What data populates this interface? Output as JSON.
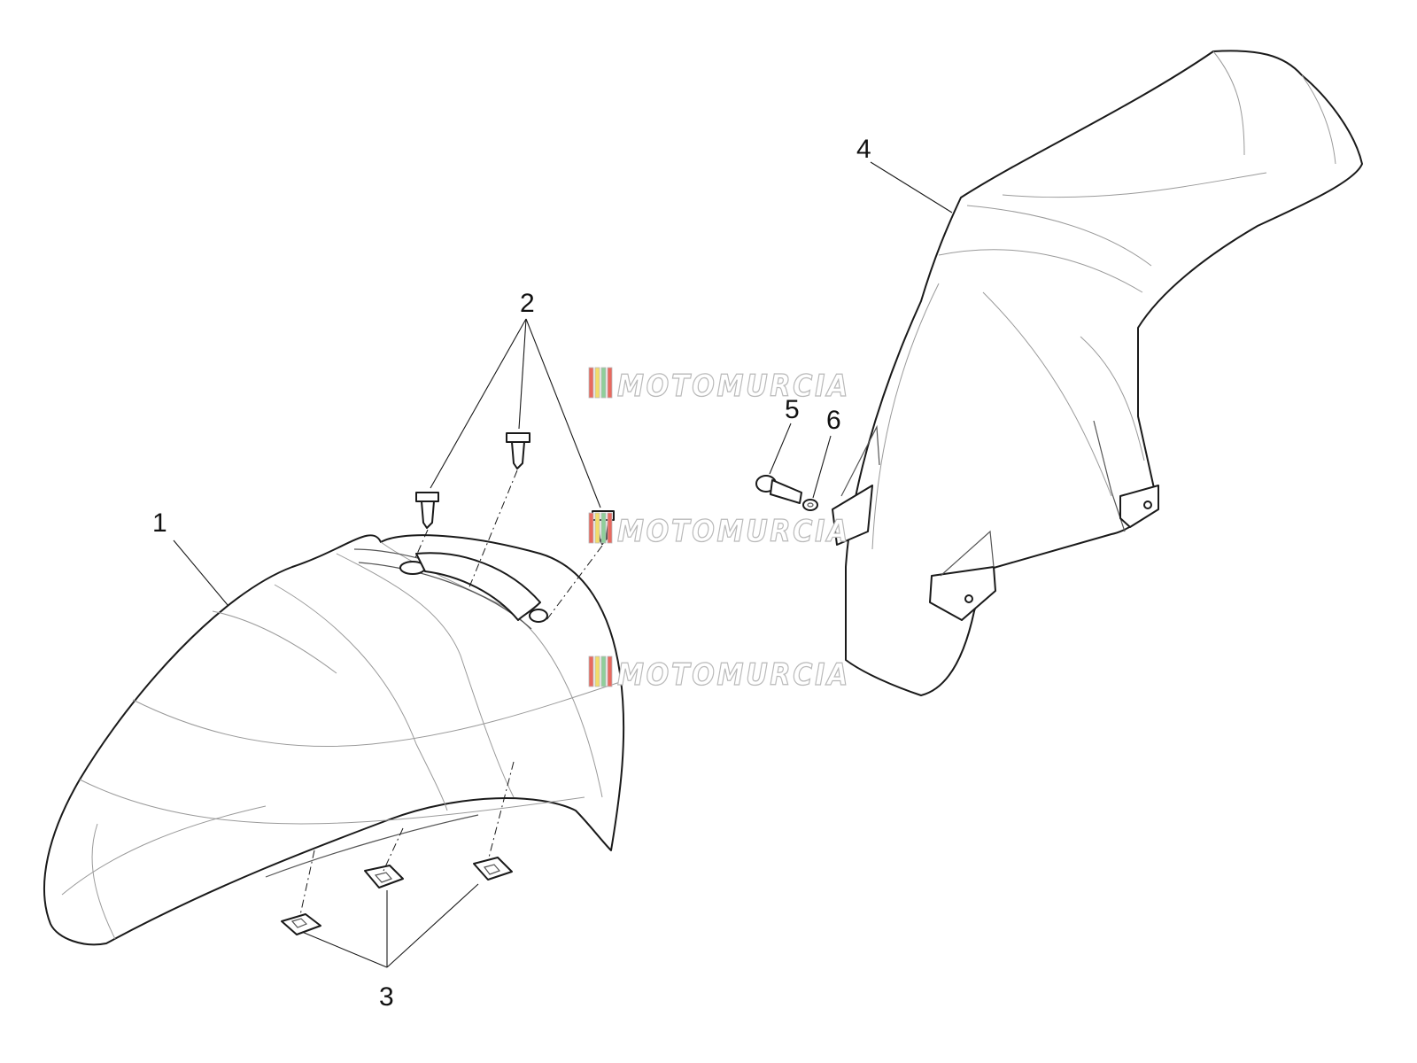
{
  "callouts": [
    {
      "id": "1",
      "label": "1"
    },
    {
      "id": "2",
      "label": "2"
    },
    {
      "id": "3",
      "label": "3"
    },
    {
      "id": "4",
      "label": "4"
    },
    {
      "id": "5",
      "label": "5"
    },
    {
      "id": "6",
      "label": "6"
    }
  ],
  "watermark": {
    "text": "MOTOMURCIA",
    "stripe_colors": [
      "#e8695f",
      "#f2dc6b",
      "#8fcf9a",
      "#e8695f"
    ]
  },
  "colors": {
    "line": "#1a1a1a",
    "detail": "#9a9a9a",
    "background": "#ffffff"
  }
}
